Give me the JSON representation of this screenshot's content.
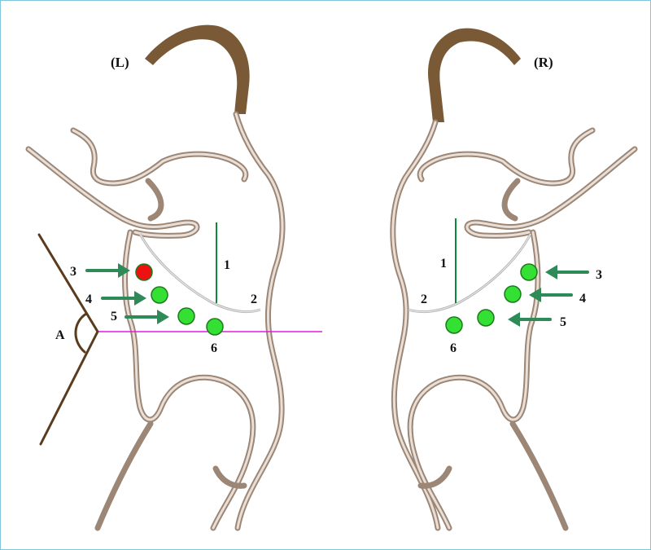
{
  "left_panel": {
    "side_label": "(L)",
    "labels": {
      "axis": "1",
      "costal_margin": "2",
      "point3": "3",
      "point4": "4",
      "point5": "5",
      "point6": "6",
      "angle": "A"
    }
  },
  "right_panel": {
    "side_label": "(R)",
    "labels": {
      "axis": "1",
      "costal_margin": "2",
      "point3": "3",
      "point4": "4",
      "point5": "5",
      "point6": "6"
    }
  },
  "colors": {
    "body_outline": "#9c8676",
    "rib_line": "#b5b5b5",
    "axis_line": "#0a8a3a",
    "dot_green": "#33e033",
    "dot_red": "#ee1111",
    "arrow": "#2e8b57",
    "angle_lines": "#5a3b1e",
    "horizontal_line": "#e11be1",
    "hair": "#7a5a36"
  }
}
